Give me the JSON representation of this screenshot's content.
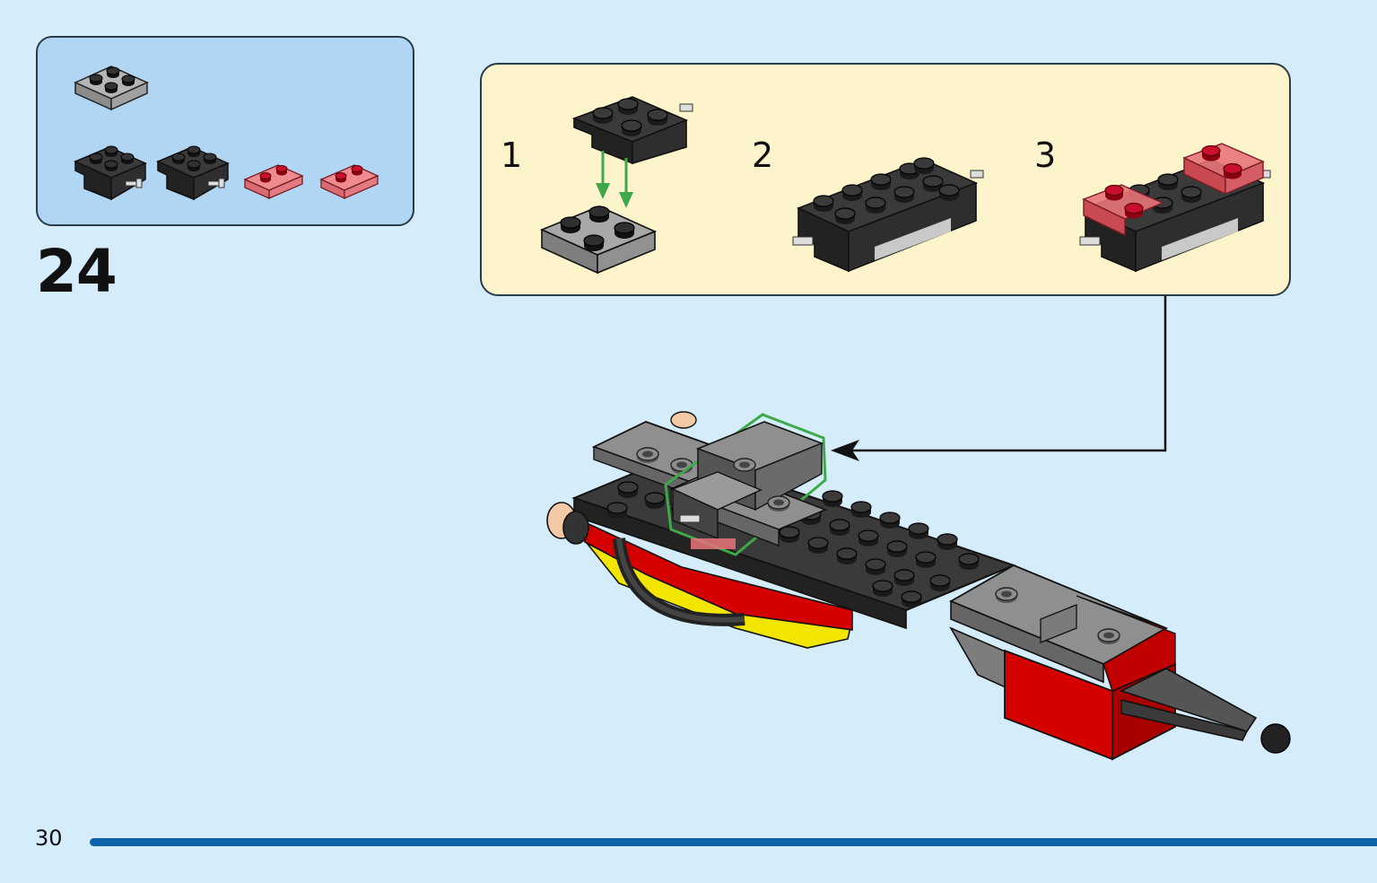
{
  "step": {
    "number": "24"
  },
  "substeps": [
    {
      "label": "1"
    },
    {
      "label": "2"
    },
    {
      "label": "3"
    }
  ],
  "page": {
    "number": "30"
  },
  "colors": {
    "background": "#d5ecfb",
    "parts_box": "#b1d6f4",
    "substep_box": "#fef4cc",
    "page_bar": "#0d64a8",
    "arrow_green": "#3ea84a",
    "brick_black": "#2b2b2b",
    "brick_gray": "#9a9a9a",
    "brick_red": "#d40000",
    "trans_red": "#e8747a",
    "brick_yellow": "#f5e600"
  },
  "parts": [
    {
      "name": "plate-2x2-gray",
      "qty": 1
    },
    {
      "name": "plate-2x2-pin-black",
      "qty": 2
    },
    {
      "name": "plate-1x2-trans-red",
      "qty": 2
    }
  ]
}
